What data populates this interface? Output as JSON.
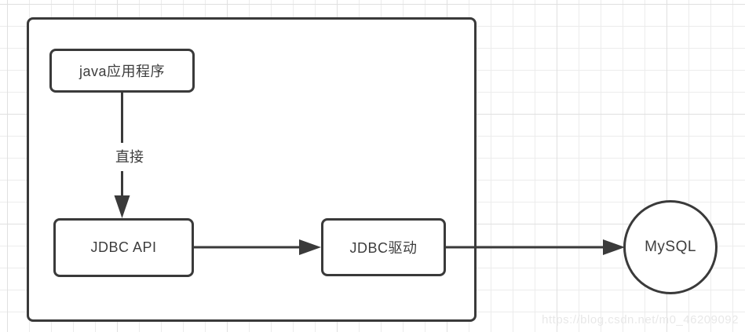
{
  "diagram": {
    "nodes": {
      "java_app": {
        "label": "java应用程序",
        "shape": "rounded-rect"
      },
      "jdbc_api": {
        "label": "JDBC API",
        "shape": "rounded-rect"
      },
      "jdbc_driver": {
        "label": "JDBC驱动",
        "shape": "rounded-rect"
      },
      "mysql": {
        "label": "MySQL",
        "shape": "circle"
      }
    },
    "edges": [
      {
        "from": "java_app",
        "to": "jdbc_api",
        "label": "直接",
        "direction": "down"
      },
      {
        "from": "jdbc_api",
        "to": "jdbc_driver",
        "label": "",
        "direction": "right"
      },
      {
        "from": "jdbc_driver",
        "to": "mysql",
        "label": "",
        "direction": "right"
      }
    ],
    "watermark": "https://blog.csdn.net/m0_46209092",
    "colors": {
      "stroke": "#3a3a3a",
      "text": "#3d3d3d",
      "grid_minor": "#ececec",
      "grid_major": "#e0e0e0",
      "watermark": "#e8e8e8",
      "background": "#ffffff"
    }
  }
}
